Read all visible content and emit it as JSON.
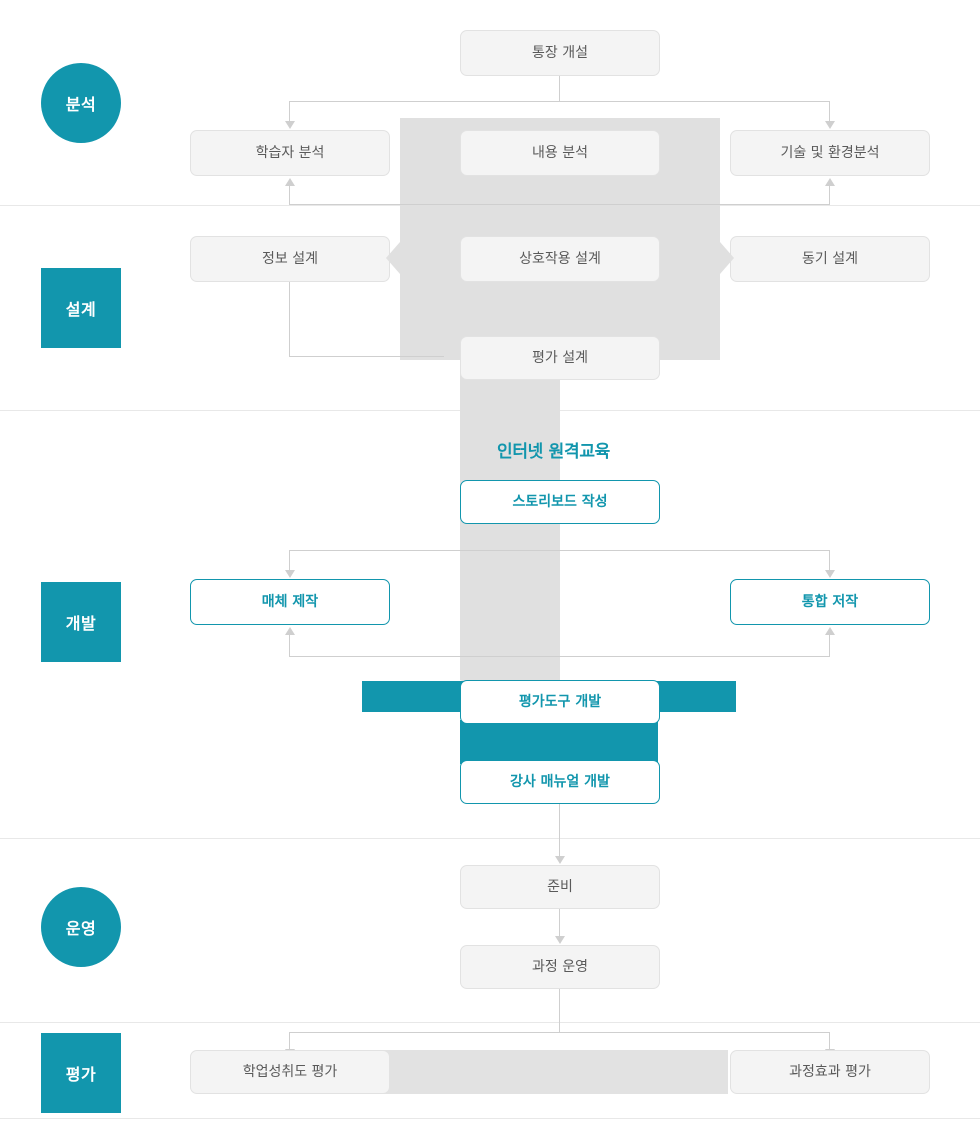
{
  "diagram": {
    "title": "인터넷 원격교육",
    "accent_color": "#1296ad",
    "box_gray_fill": "#f4f4f4",
    "box_gray_border": "#e2e2e2",
    "funnel_color": "#e0e0e0",
    "connector_color": "#cfcfcf",
    "divider_color": "#e8e8e8"
  },
  "phases": [
    {
      "label": "분석",
      "shape": "circle"
    },
    {
      "label": "설계",
      "shape": "square"
    },
    {
      "label": "개발",
      "shape": "square"
    },
    {
      "label": "운영",
      "shape": "circle"
    },
    {
      "label": "평가",
      "shape": "square"
    }
  ],
  "nodes": {
    "top": {
      "label": "통장 개설"
    },
    "analysis": {
      "left": {
        "label": "학습자 분석"
      },
      "center": {
        "label": "내용 분석"
      },
      "right": {
        "label": "기술 및 환경분석"
      }
    },
    "design": {
      "left": {
        "label": "정보 설계"
      },
      "center": {
        "label": "상호작용 설계"
      },
      "right": {
        "label": "동기 설계"
      },
      "bottom": {
        "label": "평가 설계"
      }
    },
    "development": {
      "storyboard": {
        "label": "스토리보드 작성"
      },
      "left": {
        "label": "매체 제작"
      },
      "right": {
        "label": "통합 저작"
      },
      "assessment": {
        "label": "평가도구 개발"
      },
      "manual": {
        "label": "강사 매뉴얼 개발"
      }
    },
    "operation": {
      "prepare": {
        "label": "준비"
      },
      "run": {
        "label": "과정 운영"
      }
    },
    "evaluation": {
      "left": {
        "label": "학업성취도 평가"
      },
      "right": {
        "label": "과정효과 평가"
      }
    }
  }
}
